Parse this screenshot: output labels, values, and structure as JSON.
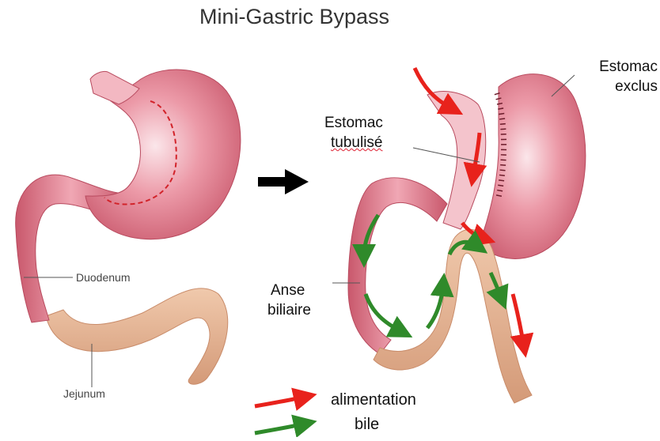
{
  "title": "Mini-Gastric Bypass",
  "labels": {
    "duodenum": "Duodenum",
    "jejunum": "Jejunum",
    "estomac_exclus_1": "Estomac",
    "estomac_exclus_2": "exclus",
    "estomac_tubulise_1": "Estomac",
    "estomac_tubulise_2": "tubulisé",
    "anse_biliaire_1": "Anse",
    "anse_biliaire_2": "biliaire"
  },
  "legend": {
    "food": "alimentation",
    "bile": "bile"
  },
  "colors": {
    "stomach": "#e88a98",
    "stomach_dark": "#c9586c",
    "intestine": "#e6b899",
    "food_arrow": "#e8221c",
    "bile_arrow": "#2f8a2a",
    "transition_arrow": "#000000"
  }
}
